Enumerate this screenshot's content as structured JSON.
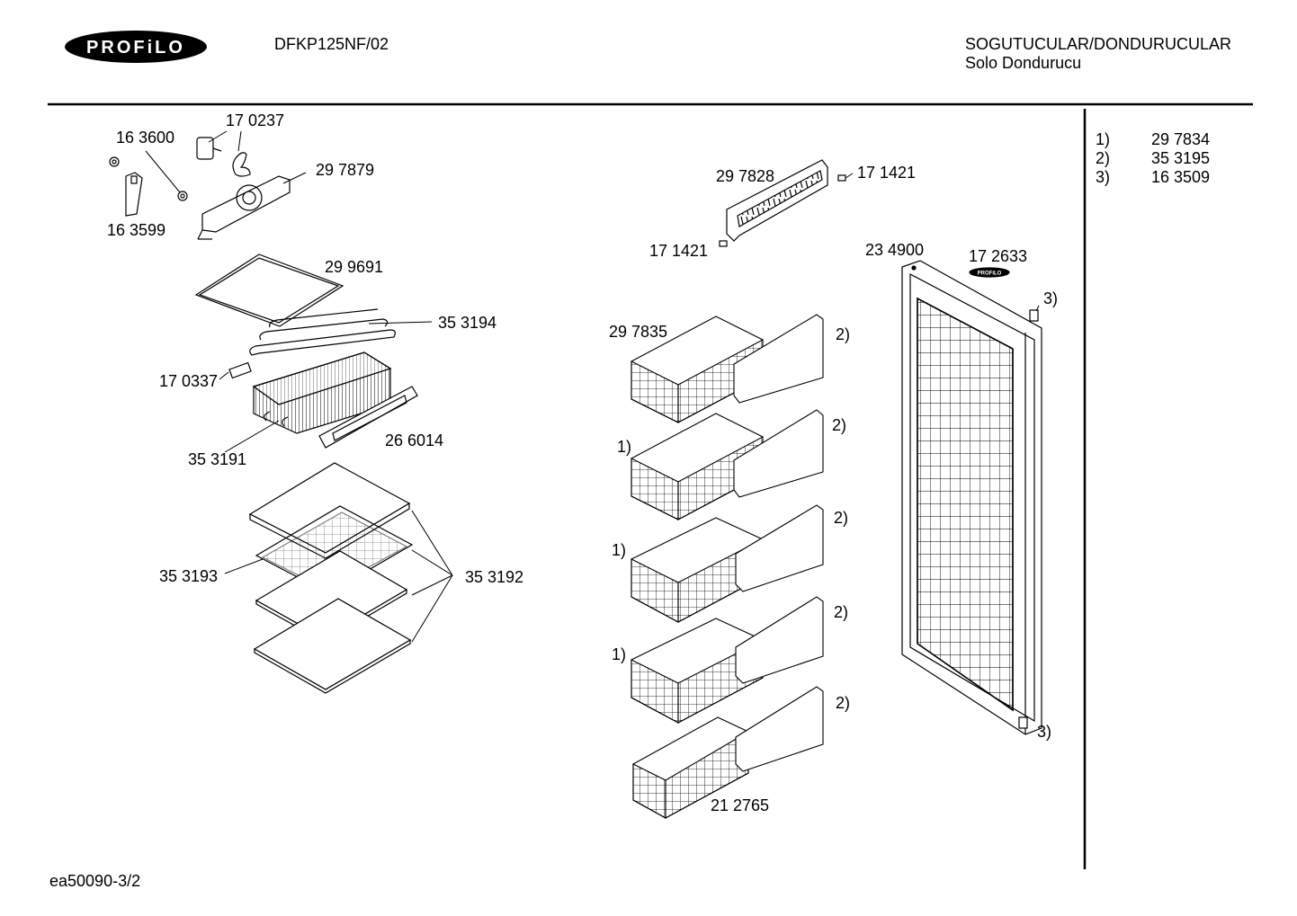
{
  "header": {
    "brand_logo_text": "PROFiLO",
    "model": "DFKP125NF/02",
    "category": "SOGUTUCULAR/DONDURUCULAR",
    "subcategory": "Solo Dondurucu"
  },
  "legend": [
    {
      "key": "1)",
      "value": "29 7834"
    },
    {
      "key": "2)",
      "value": "35 3195"
    },
    {
      "key": "3)",
      "value": "16 3509"
    }
  ],
  "callouts": {
    "c170237": "17 0237",
    "c163600": "16 3600",
    "c297879": "29 7879",
    "c163599": "16 3599",
    "c299691": "29 9691",
    "c353194": "35 3194",
    "c170337": "17 0337",
    "c266014": "26 6014",
    "c353191": "35 3191",
    "c353193": "35 3193",
    "c353192": "35 3192",
    "c297828": "29 7828",
    "c171421a": "17 1421",
    "c171421b": "17 1421",
    "c234900": "23 4900",
    "c172633": "17 2633",
    "c297835": "29 7835",
    "c212765": "21 2765",
    "ref1a": "1)",
    "ref1b": "1)",
    "ref1c": "1)",
    "ref2a": "2)",
    "ref2b": "2)",
    "ref2c": "2)",
    "ref2d": "2)",
    "ref2e": "2)",
    "ref3a": "3)",
    "ref3b": "3)"
  },
  "door_badge_text": "PROFiLO",
  "footer": {
    "drawing_code": "ea50090-3/2"
  }
}
